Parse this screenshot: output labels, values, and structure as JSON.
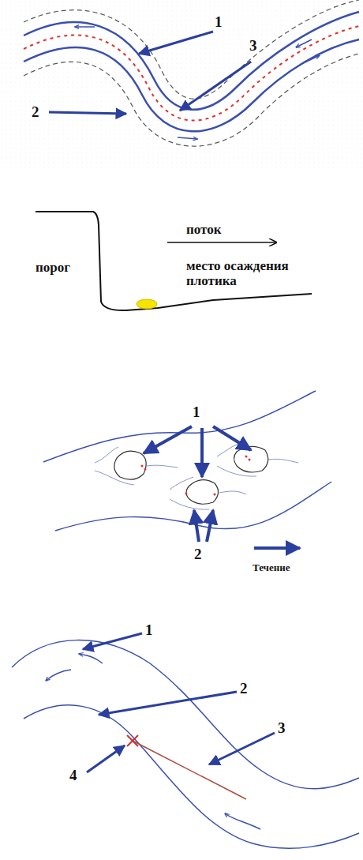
{
  "diagram": {
    "labels": [
      "1",
      "3",
      "2",
      "порог",
      "поток",
      "место осаждения",
      "плотика",
      "1",
      "2",
      "Течение",
      "1",
      "2",
      "3",
      "4"
    ]
  }
}
